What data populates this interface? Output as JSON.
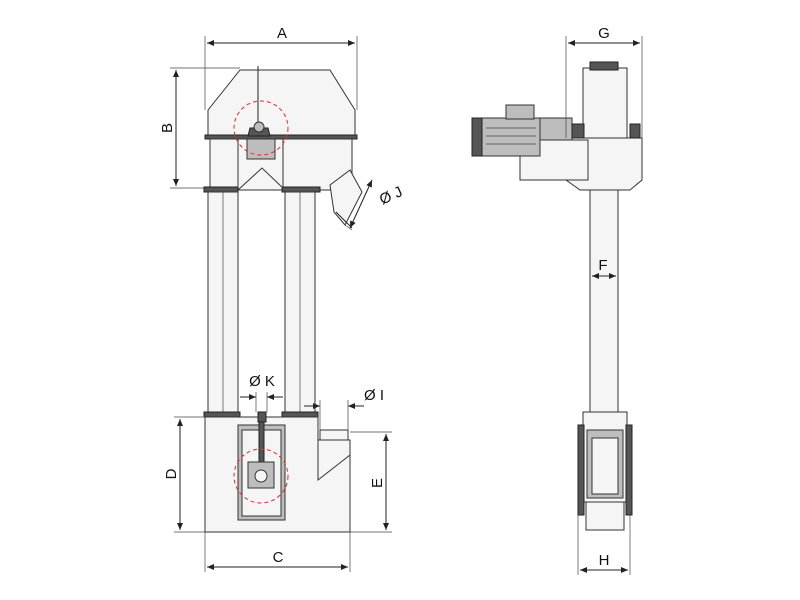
{
  "dimensions": {
    "A": "A",
    "B": "B",
    "C": "C",
    "D": "D",
    "E": "E",
    "F": "F",
    "G": "G",
    "H": "H",
    "I": "Ø I",
    "J": "Ø J",
    "K": "Ø K"
  },
  "colors": {
    "pulley_marker": "#e0302a",
    "line": "#222222",
    "fill": "#eeeeee"
  }
}
